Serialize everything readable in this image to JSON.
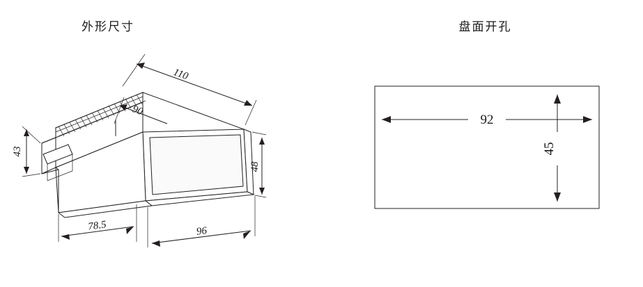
{
  "diagram": {
    "left": {
      "title": "外形尺寸",
      "dimensions": {
        "depth_top": "110",
        "inner_depth": "90",
        "height_left": "43",
        "front_height": "48",
        "base_depth": "78.5",
        "front_width": "96"
      }
    },
    "right": {
      "title": "盘面开孔",
      "dimensions": {
        "width": "92",
        "height": "45"
      }
    }
  },
  "colors": {
    "line": "#231f20",
    "text": "#1a1a1a",
    "background": "#ffffff"
  }
}
